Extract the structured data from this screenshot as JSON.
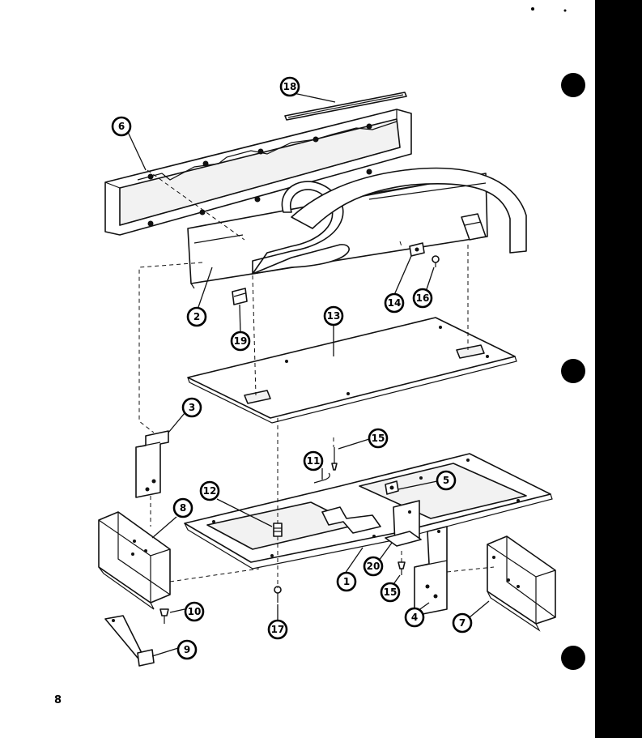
{
  "page": {
    "page_number": "8"
  },
  "colors": {
    "ink": "#111111",
    "paper": "#ffffff",
    "edge": "#000000"
  },
  "callouts": [
    {
      "id": "c-18-top",
      "label": "18"
    },
    {
      "id": "c-6",
      "label": "6"
    },
    {
      "id": "c-2",
      "label": "2"
    },
    {
      "id": "c-19",
      "label": "19"
    },
    {
      "id": "c-13",
      "label": "13"
    },
    {
      "id": "c-14",
      "label": "14"
    },
    {
      "id": "c-16",
      "label": "16"
    },
    {
      "id": "c-3",
      "label": "3"
    },
    {
      "id": "c-15-top",
      "label": "15"
    },
    {
      "id": "c-11",
      "label": "11"
    },
    {
      "id": "c-5",
      "label": "5"
    },
    {
      "id": "c-12",
      "label": "12"
    },
    {
      "id": "c-8",
      "label": "8"
    },
    {
      "id": "c-1",
      "label": "1"
    },
    {
      "id": "c-20",
      "label": "20"
    },
    {
      "id": "c-15-bot",
      "label": "15"
    },
    {
      "id": "c-4",
      "label": "4"
    },
    {
      "id": "c-7",
      "label": "7"
    },
    {
      "id": "c-10",
      "label": "10"
    },
    {
      "id": "c-17",
      "label": "17"
    },
    {
      "id": "c-9",
      "label": "9"
    }
  ]
}
